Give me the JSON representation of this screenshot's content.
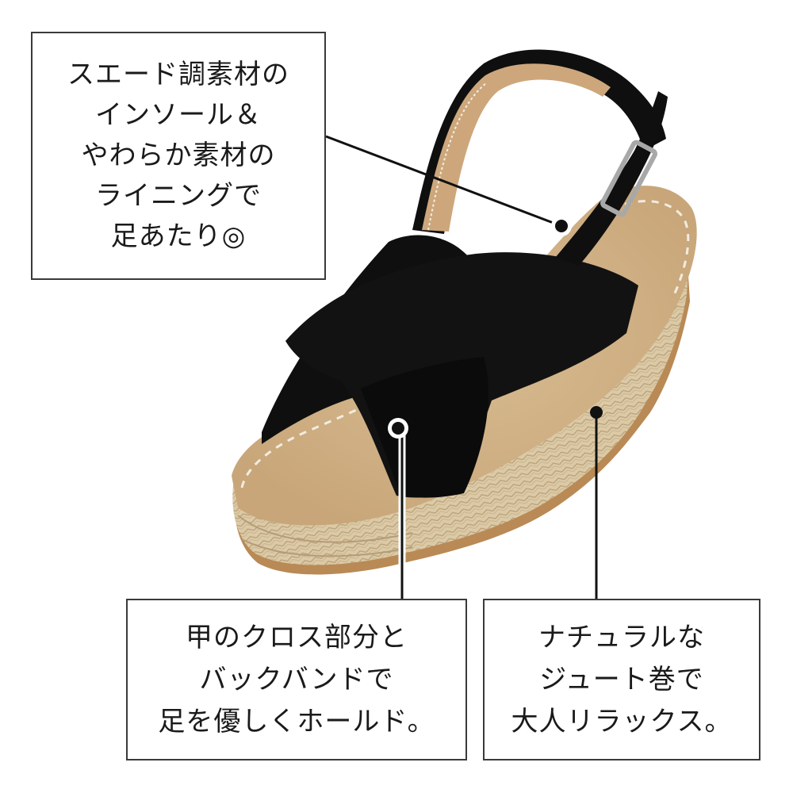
{
  "product": {
    "name": "cross-strap espadrille wedge sandal",
    "colors": {
      "strap": "#0f0f0f",
      "insole": "#d2b48a",
      "jute": "#d9c6a3",
      "outsole": "#b98a55",
      "stitch": "#f2ece0",
      "buckle": "#a8a8a8",
      "callout_border": "#3a3a3a",
      "leader_line": "#111111"
    }
  },
  "callouts": [
    {
      "id": "insole",
      "lines": [
        "スエード調素材の",
        "インソール＆",
        "やわらか素材の",
        "ライニングで",
        "足あたり◎"
      ]
    },
    {
      "id": "cross",
      "lines": [
        "甲のクロス部分と",
        "バックバンドで",
        "足を優しくホールド。"
      ]
    },
    {
      "id": "jute",
      "lines": [
        "ナチュラルな",
        "ジュート巻で",
        "大人リラックス。"
      ]
    }
  ]
}
